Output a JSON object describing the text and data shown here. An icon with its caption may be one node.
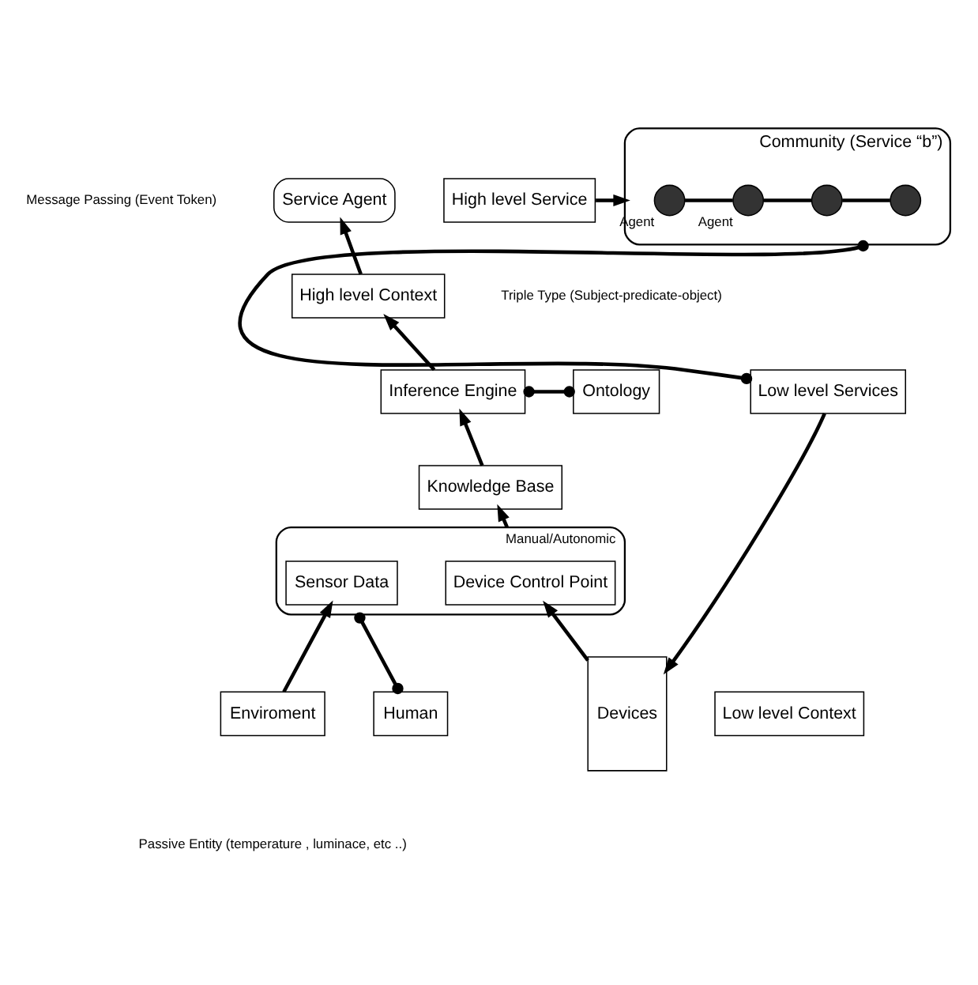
{
  "diagram": {
    "nodes": [
      {
        "text": [
          "Service Agent"
        ]
      },
      {
        "text": [
          "High level Service"
        ]
      },
      {
        "text": [
          "Community (Service “b”)"
        ]
      },
      {
        "text": [],
        "shape": "circle",
        "in": 2,
        "beside": [
          "Agent"
        ]
      },
      {
        "text": [],
        "shape": "circle",
        "in": 2,
        "beside": [
          "Agent"
        ]
      },
      {
        "text": [],
        "shape": "circle",
        "in": 2
      },
      {
        "text": [],
        "shape": "circle",
        "in": 2
      },
      {
        "text": [
          "High level Context"
        ]
      },
      {
        "text": [
          "Inference Engine"
        ]
      },
      {
        "text": [
          "Ontology"
        ]
      },
      {
        "text": [
          "Knowledge Base"
        ]
      },
      {
        "text": [
          "Low level Services"
        ]
      },
      {
        "text": [
          "Manual/Autonomic"
        ]
      },
      {
        "text": [
          "Sensor Data"
        ],
        "in": 12
      },
      {
        "text": [
          "Device Control Point"
        ],
        "in": 12
      },
      {
        "text": [
          "Enviroment"
        ]
      },
      {
        "text": [
          "Human"
        ]
      },
      {
        "text": [
          "Devices"
        ]
      },
      {
        "text": [
          "Low level Context"
        ]
      }
    ],
    "edges": [
      {
        "from": 7,
        "to": 0,
        "arrow": "to"
      },
      {
        "from": 1,
        "to": 2,
        "arrow": "to"
      },
      {
        "from": 3,
        "to": 4,
        "arrow": "none"
      },
      {
        "from": 4,
        "to": 5,
        "arrow": "none"
      },
      {
        "from": 5,
        "to": 6,
        "arrow": "none"
      },
      {
        "from": 8,
        "to": 7,
        "arrow": "to"
      },
      {
        "from": 8,
        "to": 9,
        "arrow": "other"
      },
      {
        "from": 10,
        "to": 8,
        "arrow": "to"
      },
      {
        "from": 12,
        "to": 10,
        "arrow": "to"
      },
      {
        "from": 2,
        "to": 11,
        "arrow": "other"
      },
      {
        "from": 11,
        "to": 17,
        "arrow": "to"
      },
      {
        "from": 15,
        "to": 13,
        "arrow": "to"
      },
      {
        "from": 16,
        "to": 12,
        "arrow": "other"
      },
      {
        "from": 17,
        "to": 14,
        "arrow": "to"
      }
    ],
    "labels": [
      "Message Passing (Event Token)",
      "Triple Type (Subject-predicate-object)",
      "Passive Entity (temperature , luminace, etc ..)"
    ]
  }
}
